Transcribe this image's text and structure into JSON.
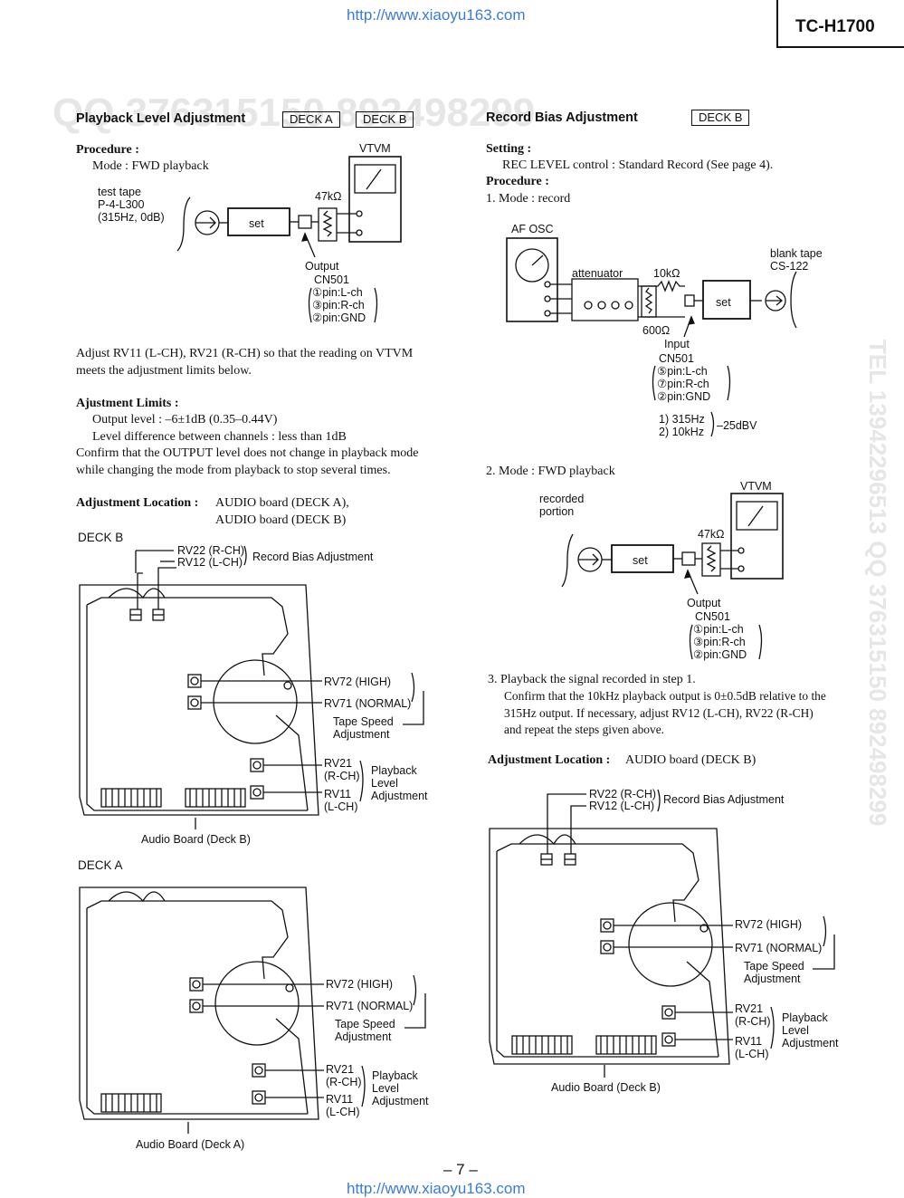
{
  "header": {
    "url_top": "http://www.xiaoyu163.com",
    "model": "TC-H1700",
    "url_bottom": "http://www.xiaoyu163.com",
    "page_number": "– 7 –"
  },
  "watermark": {
    "qq": "QQ 376315150 892498299",
    "tel": "TEL 13942296513 QQ 376315150 892498299"
  },
  "playback": {
    "title": "Playback Level Adjustment",
    "deck_a": "DECK A",
    "deck_b": "DECK B",
    "procedure_heading": "Procedure :",
    "mode": "Mode : FWD playback",
    "diagram": {
      "test_tape": [
        "test tape",
        "P-4-L300",
        "(315Hz, 0dB)"
      ],
      "vtvm": "VTVM",
      "res": "47kΩ",
      "set": "set",
      "output": "Output",
      "cn": "CN501",
      "pins": [
        "①pin:L-ch",
        "③pin:R-ch",
        "②pin:GND"
      ]
    },
    "adjust_text": [
      "Adjust RV11 (L-CH), RV21 (R-CH) so that the reading on VTVM",
      "meets the adjustment limits below."
    ],
    "limits_heading": "Ajustment Limits :",
    "limits": [
      "Output level : –6±1dB (0.35–0.44V)",
      "Level difference between channels : less than 1dB"
    ],
    "confirm": [
      "Confirm that the OUTPUT level does not change in playback mode",
      "while changing the mode from playback to stop several times."
    ],
    "location_heading": "Adjustment Location :",
    "location_lines": [
      "AUDIO board (DECK A),",
      "AUDIO board (DECK B)"
    ],
    "deck_b_label": "DECK B",
    "deck_a_label": "DECK A"
  },
  "board": {
    "rv22": "RV22 (R-CH)",
    "rv12": "RV12 (L-CH)",
    "record_bias": "Record Bias Adjustment",
    "rv72": "RV72 (HIGH)",
    "rv71": "RV71 (NORMAL)",
    "tape_speed": [
      "Tape Speed",
      "Adjustment"
    ],
    "rv21": [
      "RV21",
      "(R-CH)"
    ],
    "rv11": [
      "RV11",
      "(L-CH)"
    ],
    "playback_level": [
      "Playback",
      "Level",
      "Adjustment"
    ],
    "caption_b": "Audio Board (Deck B)",
    "caption_a": "Audio Board (Deck A)"
  },
  "record": {
    "title": "Record Bias Adjustment",
    "deck_b": "DECK B",
    "setting_heading": "Setting :",
    "setting_text": "REC LEVEL control : Standard Record (See page 4).",
    "procedure_heading": "Procedure :",
    "step1": "1.  Mode : record",
    "diagram1": {
      "af_osc": "AF OSC",
      "attenuator": "attenuator",
      "r10k": "10kΩ",
      "r600": "600Ω",
      "set": "set",
      "blank_tape": [
        "blank tape",
        "CS-122"
      ],
      "input": "Input",
      "cn": "CN501",
      "pins": [
        "⑤pin:L-ch",
        "⑦pin:R-ch",
        "②pin:GND"
      ],
      "freqs": [
        "1) 315Hz",
        "2) 10kHz"
      ],
      "level": "–25dBV"
    },
    "step2": "2.  Mode : FWD playback",
    "diagram2": {
      "recorded": [
        "recorded",
        "portion"
      ],
      "vtvm": "VTVM",
      "res": "47kΩ",
      "set": "set",
      "output": "Output",
      "cn": "CN501",
      "pins": [
        "①pin:L-ch",
        "③pin:R-ch",
        "②pin:GND"
      ]
    },
    "step3": "3.  Playback the signal recorded in step 1.",
    "step3_detail": [
      "Confirm that the 10kHz playback output is 0±0.5dB relative to the",
      "315Hz output. If necessary, adjust RV12 (L-CH), RV22 (R-CH)",
      "and repeat the steps given above."
    ],
    "location_heading": "Adjustment Location :",
    "location_text": "AUDIO board (DECK B)"
  }
}
